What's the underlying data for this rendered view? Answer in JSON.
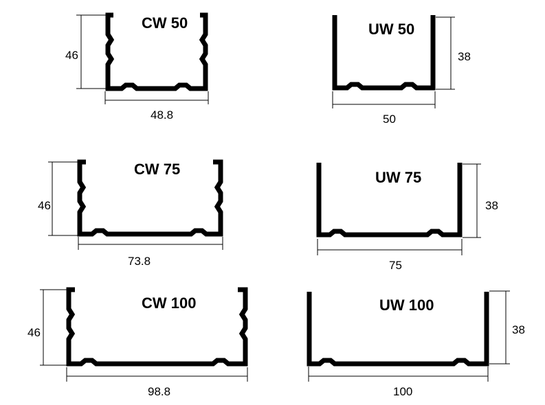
{
  "profiles": [
    {
      "title": "CW 50",
      "type": "CW",
      "width_label": "48.8",
      "height_label": "46"
    },
    {
      "title": "UW 50",
      "type": "UW",
      "width_label": "50",
      "height_label": "38"
    },
    {
      "title": "CW 75",
      "type": "CW",
      "width_label": "73.8",
      "height_label": "46"
    },
    {
      "title": "UW 75",
      "type": "UW",
      "width_label": "75",
      "height_label": "38"
    },
    {
      "title": "CW 100",
      "type": "CW",
      "width_label": "98.8",
      "height_label": "46"
    },
    {
      "title": "UW 100",
      "type": "UW",
      "width_label": "100",
      "height_label": "38"
    }
  ]
}
